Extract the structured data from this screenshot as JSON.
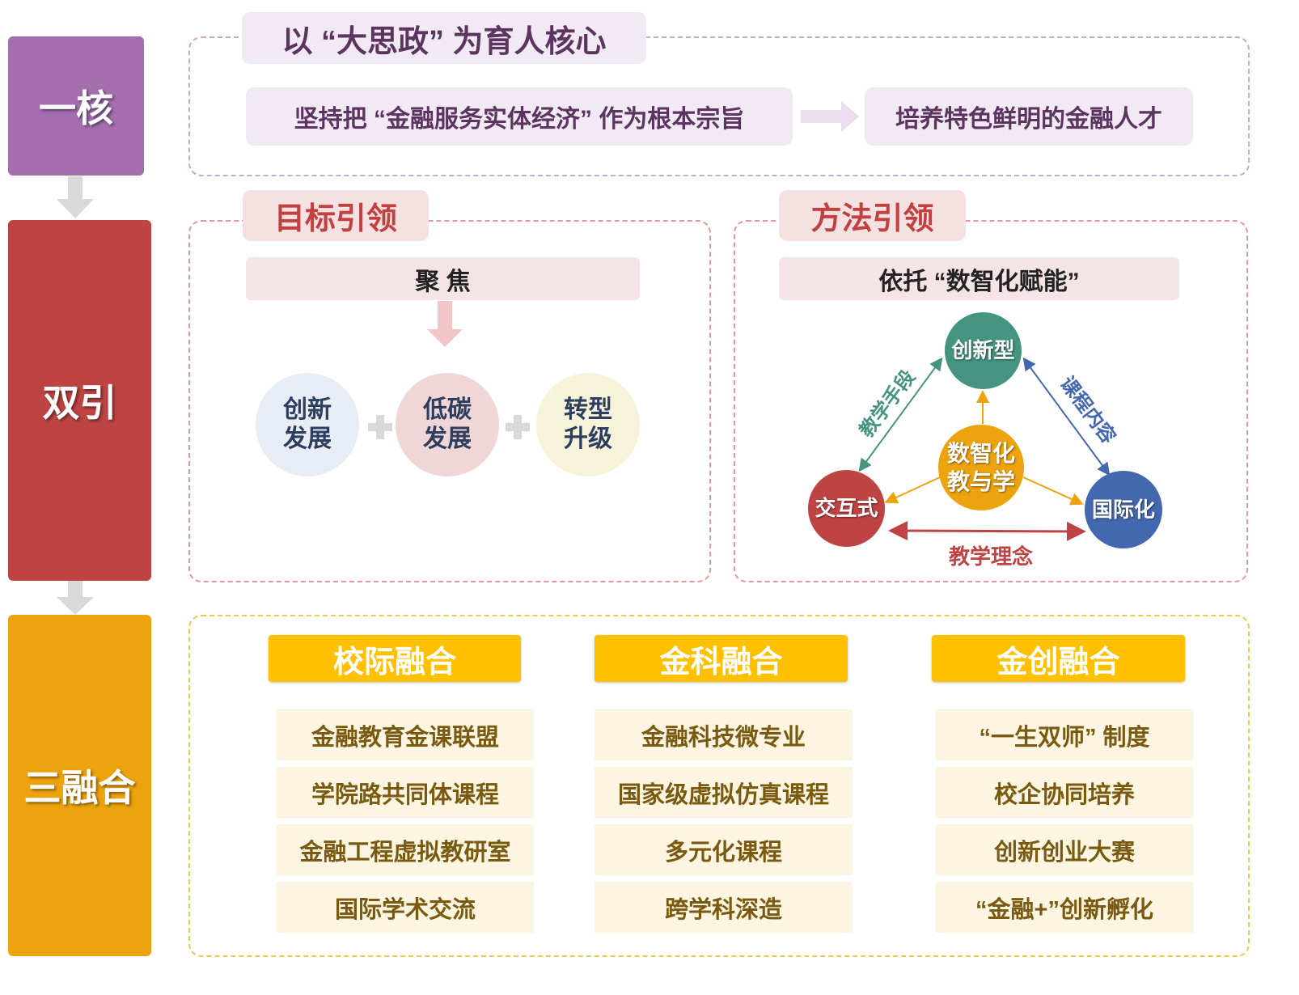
{
  "side": {
    "core": "一核",
    "guide": "双引",
    "merge": "三融合"
  },
  "core": {
    "title": "以 “大思政” 为育人核心",
    "principle": "坚持把 “金融服务实体经济” 作为根本宗旨",
    "goal": "培养特色鲜明的金融人才"
  },
  "target": {
    "title": "目标引领",
    "focus": "聚  焦",
    "circles": [
      {
        "l1": "创新",
        "l2": "发展"
      },
      {
        "l1": "低碳",
        "l2": "发展"
      },
      {
        "l1": "转型",
        "l2": "升级"
      }
    ]
  },
  "method": {
    "title": "方法引领",
    "basis": "依托 “数智化赋能”",
    "center": {
      "l1": "数智化",
      "l2": "教与学"
    },
    "nodes": {
      "top": "创新型",
      "left": "交互式",
      "right": "国际化"
    },
    "edges": {
      "left": "教学手段",
      "right": "课程内容",
      "bottom": "教学理念"
    }
  },
  "merge": {
    "columns": [
      {
        "title": "校际融合",
        "items": [
          "金融教育金课联盟",
          "学院路共同体课程",
          "金融工程虚拟教研室",
          "国际学术交流"
        ]
      },
      {
        "title": "金科融合",
        "items": [
          "金融科技微专业",
          "国家级虚拟仿真课程",
          "多元化课程",
          "跨学科深造"
        ]
      },
      {
        "title": "金创融合",
        "items": [
          "“一生双师” 制度",
          "校企协同培养",
          "创新创业大赛",
          "“金融+”创新孵化"
        ]
      }
    ]
  },
  "colors": {
    "purple": "#A46EAF",
    "red": "#BE4343",
    "orange": "#EDA30E",
    "teal": "#459482",
    "blue": "#4468B0",
    "gold": "#FFC000"
  }
}
